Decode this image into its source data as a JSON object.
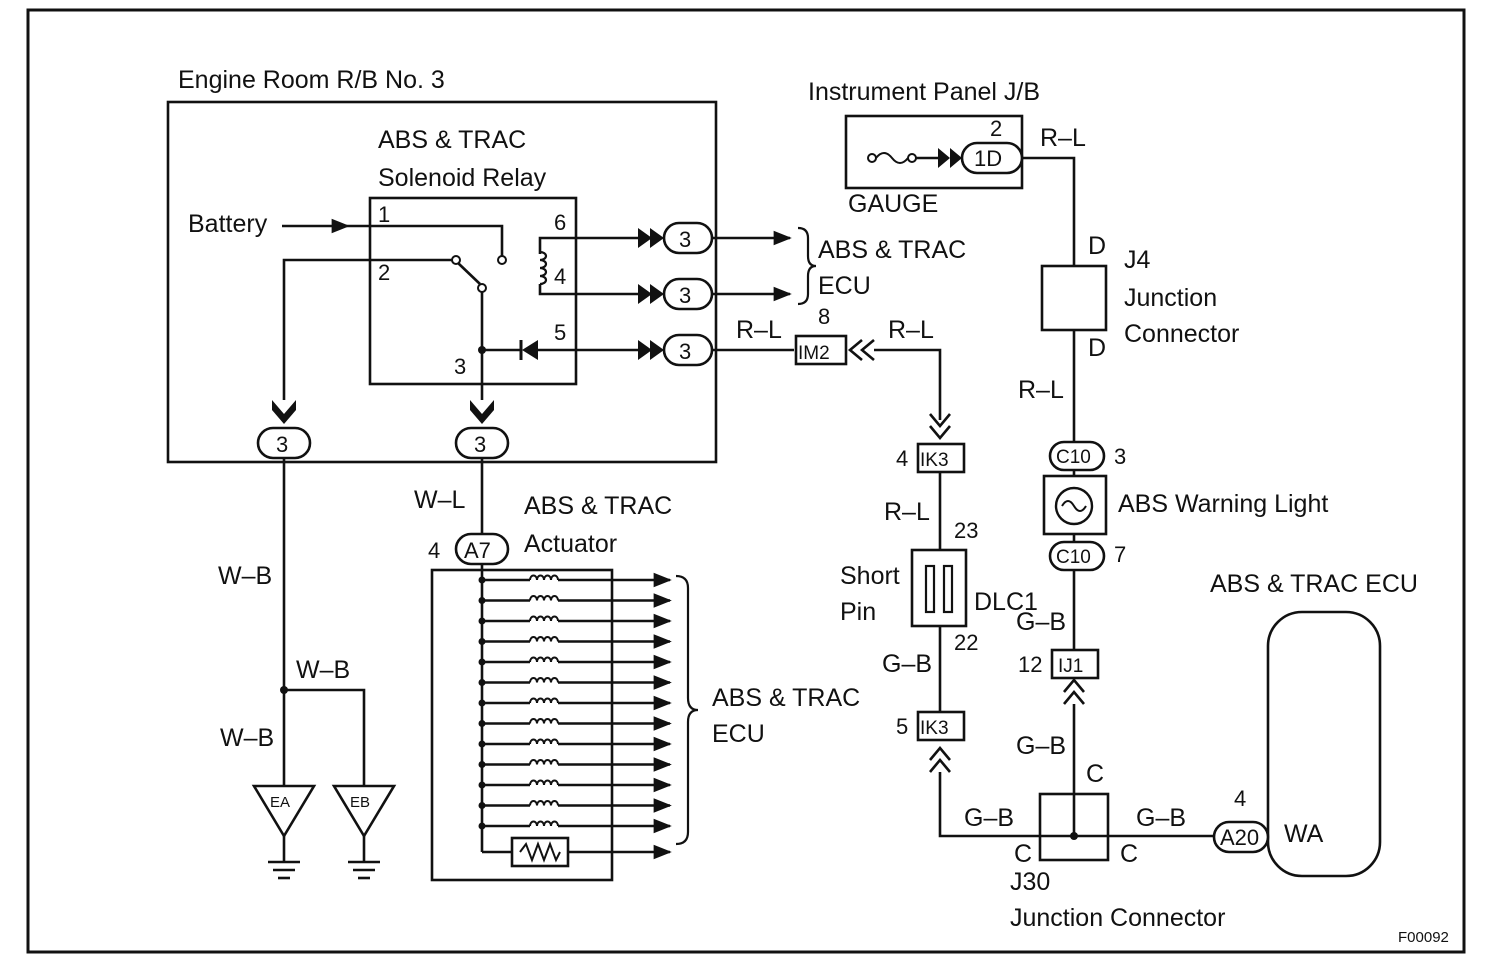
{
  "diagram_id": "F00092",
  "relay_box": {
    "title": "Engine Room R/B No. 3"
  },
  "relay": {
    "title_line1": "ABS & TRAC",
    "title_line2": "Solenoid Relay",
    "pin1": "1",
    "pin2": "2",
    "pin3": "3",
    "pin4": "4",
    "pin5": "5",
    "pin6": "6"
  },
  "battery": {
    "label": "Battery"
  },
  "connector_3": "3",
  "ecu_top": {
    "line1": "ABS & TRAC",
    "line2": "ECU"
  },
  "ecu_mid": {
    "line1": "ABS & TRAC",
    "line2": "ECU"
  },
  "ecu_right": {
    "title": "ABS & TRAC ECU",
    "terminal": "WA",
    "connector": "A20",
    "pin": "4"
  },
  "instrument_jb": {
    "title": "Instrument Panel J/B",
    "fuse": "GAUGE",
    "connector": "1D",
    "pin": "2"
  },
  "j4": {
    "id": "J4",
    "line1": "Junction",
    "line2": "Connector",
    "pin_top": "D",
    "pin_bottom": "D"
  },
  "j30": {
    "id": "J30",
    "label": "Junction Connector",
    "pin_top": "C",
    "pin_left": "C",
    "pin_right": "C"
  },
  "warning_light": {
    "label": "ABS Warning Light",
    "conn_top": "C10",
    "pin_top": "3",
    "conn_bottom": "C10",
    "pin_bottom": "7"
  },
  "dlc1": {
    "label": "DLC1",
    "short_pin_line1": "Short",
    "short_pin_line2": "Pin",
    "pin_top": "23",
    "pin_bottom": "22"
  },
  "connectors": {
    "im2": {
      "id": "IM2",
      "pin": "8"
    },
    "ik3_top": {
      "id": "IK3",
      "pin": "4"
    },
    "ik3_bottom": {
      "id": "IK3",
      "pin": "5"
    },
    "ij1": {
      "id": "IJ1",
      "pin": "12"
    },
    "a7": {
      "id": "A7",
      "pin": "4"
    }
  },
  "actuator": {
    "line1": "ABS & TRAC",
    "line2": "Actuator"
  },
  "grounds": {
    "ea": "EA",
    "eb": "EB"
  },
  "wire_colors": {
    "r_l": "R–L",
    "w_l": "W–L",
    "w_b": "W–B",
    "g_b": "G–B"
  }
}
